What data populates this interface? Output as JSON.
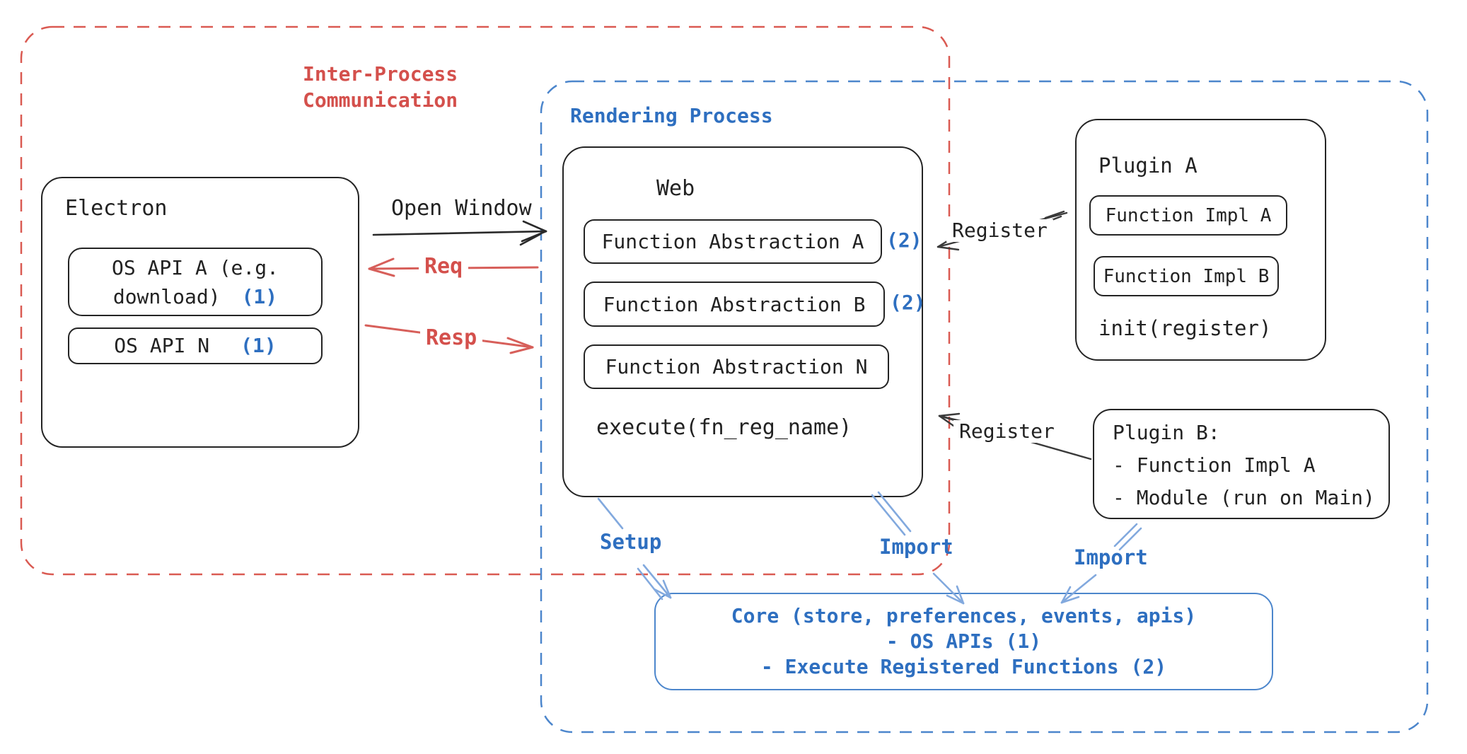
{
  "ipc_region": {
    "label_line1": "Inter-Process",
    "label_line2": "Communication"
  },
  "rendering_region": {
    "label": "Rendering Process"
  },
  "electron": {
    "title": "Electron",
    "api_a_line1": "OS API A (e.g.",
    "api_a_line2": "download)",
    "api_a_ref": "(1)",
    "api_n": "OS API N",
    "api_n_ref": "(1)"
  },
  "web": {
    "title": "Web",
    "fa_a": "Function Abstraction A",
    "fa_a_ref": "(2)",
    "fa_b": "Function Abstraction B",
    "fa_b_ref": "(2)",
    "fa_n": "Function Abstraction N",
    "execute": "execute(fn_reg_name)"
  },
  "plugin_a": {
    "title": "Plugin A",
    "impl_a": "Function Impl A",
    "impl_b": "Function Impl B",
    "init": "init(register)"
  },
  "plugin_b": {
    "title": "Plugin B:",
    "item1": "- Function Impl A",
    "item2": "- Module (run on Main)"
  },
  "core": {
    "line1": "Core (store, preferences, events, apis)",
    "line2": "- OS APIs (1)",
    "line3": "- Execute Registered Functions (2)"
  },
  "arrows": {
    "open_window": "Open Window",
    "req": "Req",
    "resp": "Resp",
    "register_top": "Register",
    "register_bottom": "Register",
    "setup": "Setup",
    "import_web": "Import",
    "import_plugin": "Import"
  },
  "colors": {
    "red_label": "#cf4545",
    "red_dash": "#da5a52",
    "red_arrow": "#d75f5a",
    "blue_label": "#2e6fc0",
    "blue_dash": "#4c86cc",
    "blue_arrow": "#82a9de",
    "ink": "#242424"
  }
}
